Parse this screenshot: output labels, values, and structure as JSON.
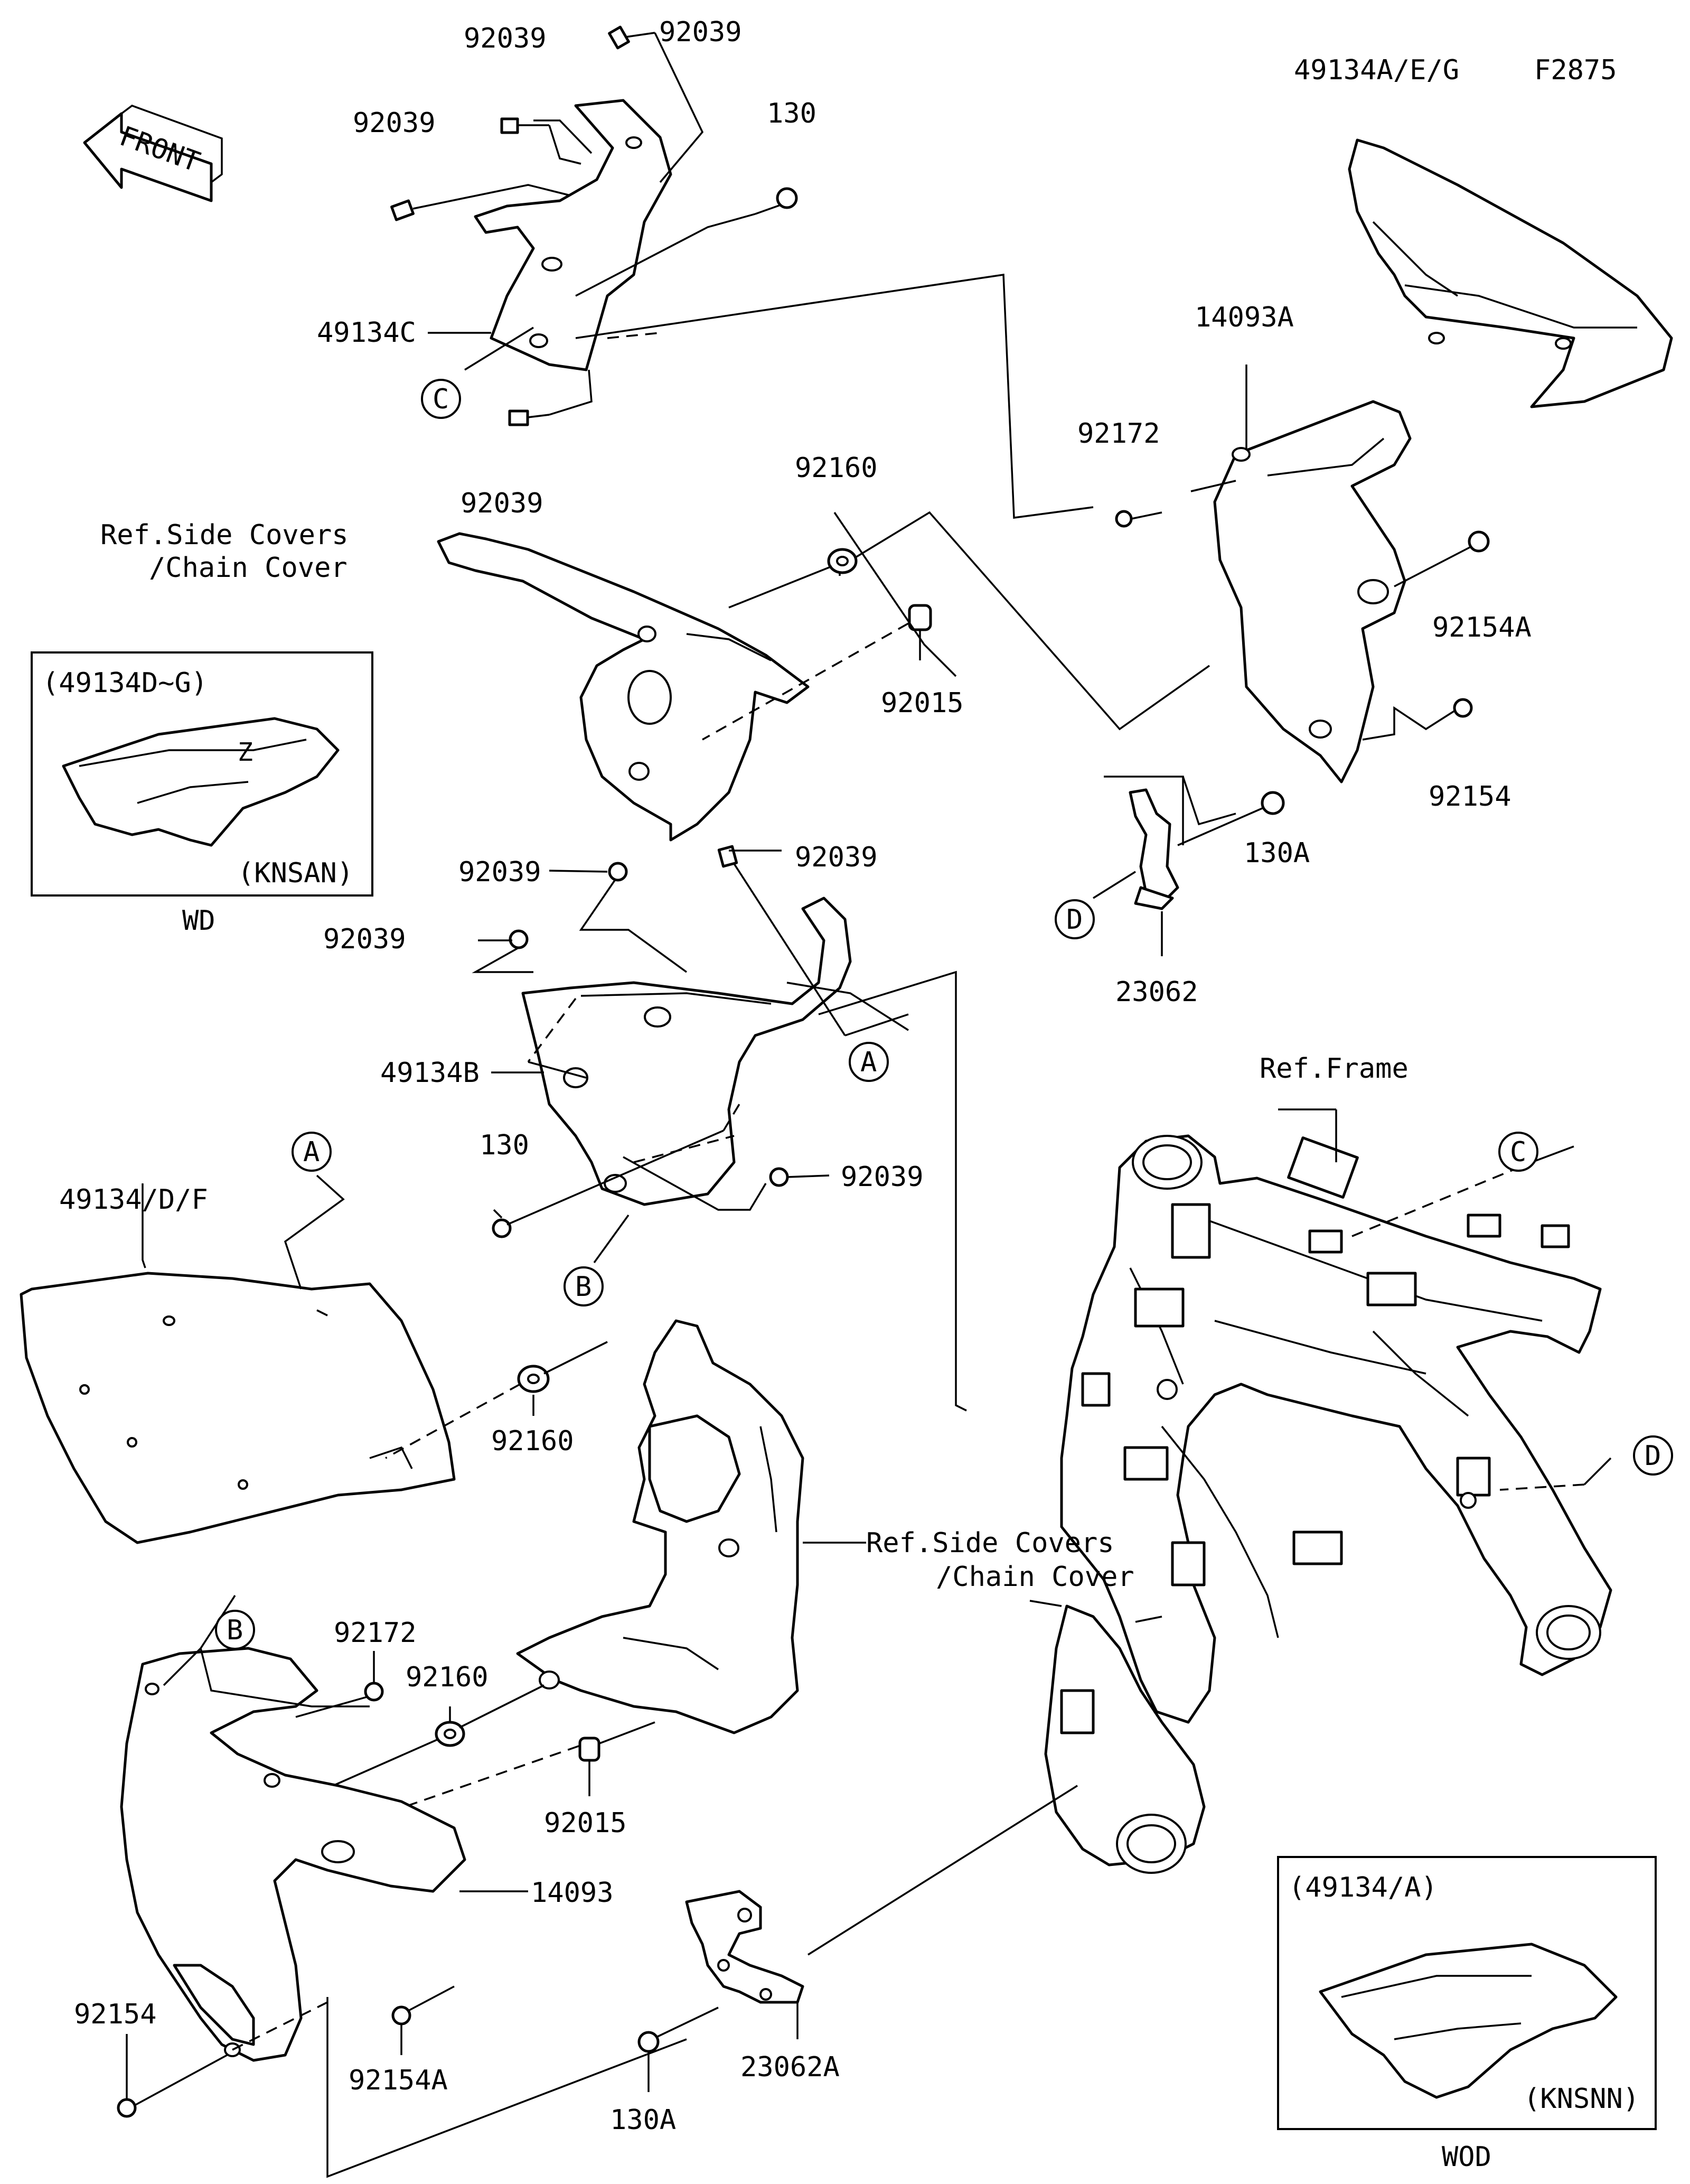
{
  "figure_code": "F2875",
  "front_arrow": "FRONT",
  "part_labels": {
    "p49134A_E_G": "49134A/E/G",
    "p92039_top": "92039",
    "p92039_top2": "92039",
    "p92039_left": "92039",
    "p92039_under_c": "92039",
    "p130_top": "130",
    "p49134C": "49134C",
    "p14093A": "14093A",
    "p92172_top": "92172",
    "p92160_top": "92160",
    "ref_side_covers_top": "Ref.Side Covers",
    "ref_chain_cover_top": "/Chain Cover",
    "p92154A_top": "92154A",
    "p92015_top": "92015",
    "p92154_right": "92154",
    "p130A_top": "130A",
    "p23062": "23062",
    "p92039_mid1": "92039",
    "p92039_mid2": "92039",
    "p92039_mid3": "92039",
    "p49134B": "49134B",
    "p130_mid": "130",
    "p92039_mid4": "92039",
    "ref_frame": "Ref.Frame",
    "p49134_D_F": "49134/D/F",
    "p92160_mid": "92160",
    "ref_side_covers_mid": "Ref.Side Covers",
    "ref_chain_cover_mid": "/Chain Cover",
    "p92172_low": "92172",
    "p92160_low": "92160",
    "p92015_low": "92015",
    "p14093": "14093",
    "p92154_low": "92154",
    "p92154A_low": "92154A",
    "p23062A": "23062A",
    "p130A_low": "130A"
  },
  "callouts": {
    "A": "A",
    "B": "B",
    "C": "C",
    "D": "D"
  },
  "inset_left": {
    "title": "(49134D~G)",
    "code": "(KNSAN)",
    "caption": "WD"
  },
  "inset_right": {
    "title": "(49134/A)",
    "code": "(KNSNN)",
    "caption": "WOD"
  }
}
